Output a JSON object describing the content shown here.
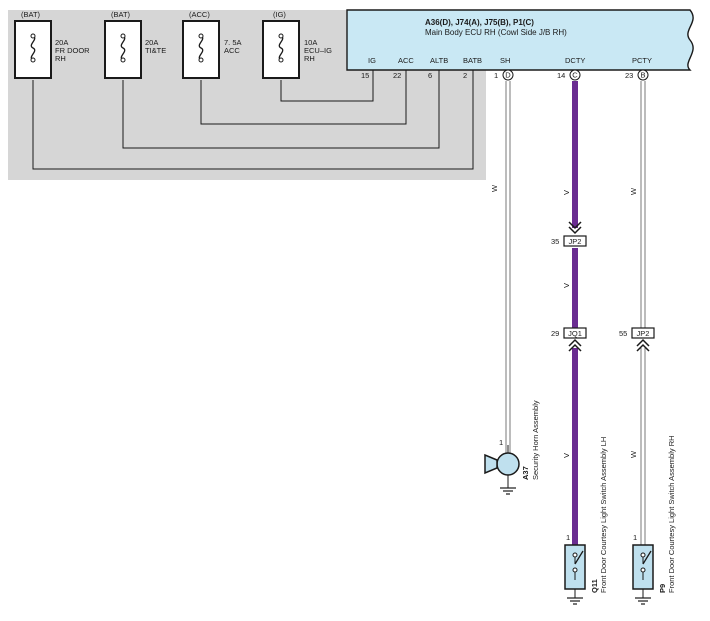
{
  "colors": {
    "background": "#ffffff",
    "relay_block_fill": "#d6d6d6",
    "ecu_fill": "#c9e8f4",
    "wire_white_outline": "#7a7a7a",
    "wire_violet": "#6a2c91",
    "line": "#1a1a1a",
    "switch_fill": "#bfe0ee"
  },
  "fuses": [
    {
      "source": "(BAT)",
      "rating": "20A",
      "name_line1": "FR DOOR",
      "name_line2": "RH"
    },
    {
      "source": "(BAT)",
      "rating": "20A",
      "name_line1": "TI&TE",
      "name_line2": ""
    },
    {
      "source": "(ACC)",
      "rating": "7. 5A",
      "name_line1": "ACC",
      "name_line2": ""
    },
    {
      "source": "(IG)",
      "rating": "10A",
      "name_line1": "ECU–IG",
      "name_line2": "RH"
    }
  ],
  "ecu": {
    "title": "A36(D), J74(A), J75(B), P1(C)",
    "subtitle": "Main Body ECU RH (Cowl Side J/B RH)",
    "pins": [
      {
        "name": "IG",
        "number": "15",
        "connector": ""
      },
      {
        "name": "ACC",
        "number": "22",
        "connector": ""
      },
      {
        "name": "ALTB",
        "number": "6",
        "connector": ""
      },
      {
        "name": "BATB",
        "number": "2",
        "connector": ""
      },
      {
        "name": "SH",
        "number": "1",
        "connector": "D"
      },
      {
        "name": "DCTY",
        "number": "14",
        "connector": "C"
      },
      {
        "name": "PCTY",
        "number": "23",
        "connector": "B"
      }
    ]
  },
  "wire_colors": {
    "white": "W",
    "violet": "V"
  },
  "junctions": [
    {
      "id": "JP2",
      "pin": "35"
    },
    {
      "id": "JQ1",
      "pin": "29"
    },
    {
      "id": "JP2",
      "pin": "55"
    }
  ],
  "components": [
    {
      "code": "A37",
      "name": "Security Horn Assembly",
      "pin": "1",
      "icon": "horn-icon"
    },
    {
      "code": "Q11",
      "name": "Front Door Courtesy Light Switch Assembly LH",
      "pin": "1",
      "icon": "door-switch-icon"
    },
    {
      "code": "P9",
      "name": "Front Door Courtesy Light Switch Assembly RH",
      "pin": "1",
      "icon": "door-switch-icon"
    }
  ]
}
